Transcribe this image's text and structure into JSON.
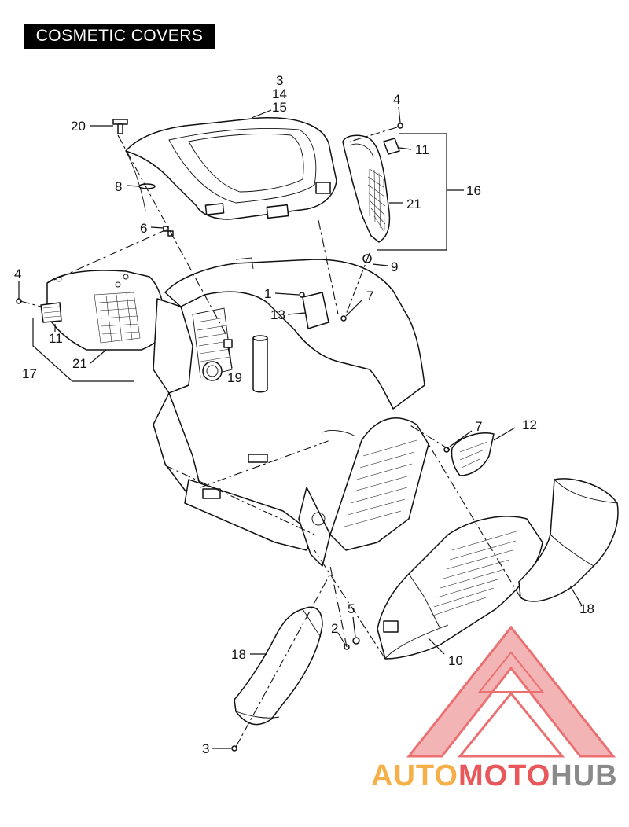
{
  "title": "COSMETIC COVERS",
  "callouts": {
    "c20": "20",
    "c3a": "3",
    "c14": "14",
    "c15": "15",
    "c4a": "4",
    "c11a": "11",
    "c16": "16",
    "c21a": "21",
    "c8": "8",
    "c9": "9",
    "c6": "6",
    "c4b": "4",
    "c1": "1",
    "c7a": "7",
    "c13": "13",
    "c11b": "11",
    "c21b": "21",
    "c17": "17",
    "c19": "19",
    "c7b": "7",
    "c12": "12",
    "c5": "5",
    "c2": "2",
    "c18a": "18",
    "c18b": "18",
    "c10": "10",
    "c3b": "3"
  },
  "watermark": {
    "part1": "AUTO",
    "part2": "MOTO",
    "part3": "HUB"
  },
  "colors": {
    "watermark_orange": "#f5b04a",
    "watermark_red": "#e8585a",
    "watermark_gray": "#8a8a8a"
  }
}
